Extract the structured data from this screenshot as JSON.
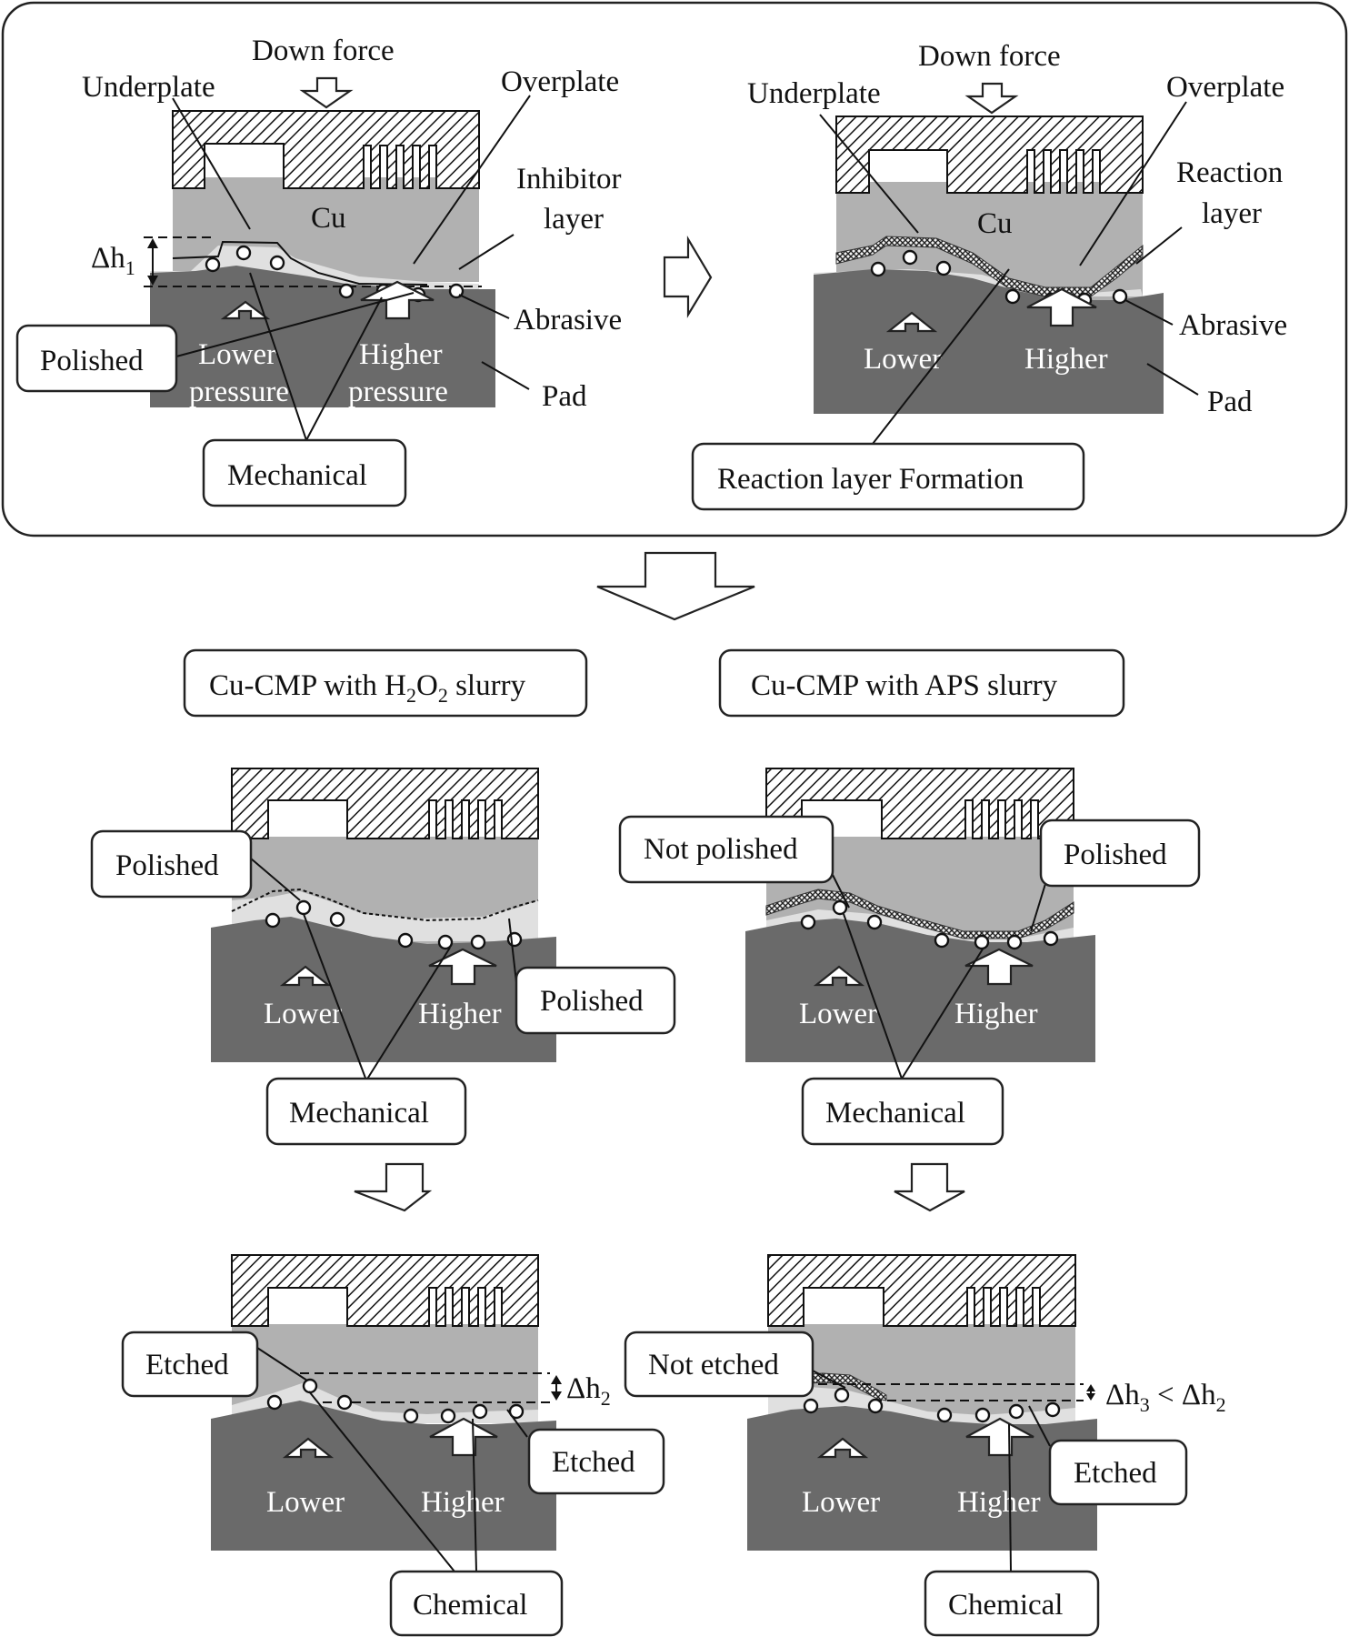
{
  "colors": {
    "pad": "#6a6a6a",
    "copper": "#b1b1b1",
    "slurry": "#e0e0e0",
    "outline": "#222222"
  },
  "top_left": {
    "down_force": "Down force",
    "underplate": "Underplate",
    "overplate": "Overplate",
    "cu": "Cu",
    "inhibitor_1": "Inhibitor",
    "inhibitor_2": "layer",
    "dh_main": "Δh",
    "dh_sub": "1",
    "abrasive": "Abrasive",
    "polished": "Polished",
    "lower": "Lower",
    "higher": "Higher",
    "pressure_l": "pressure",
    "pressure_h": "pressure",
    "pad": "Pad",
    "mechanical": "Mechanical"
  },
  "top_right": {
    "down_force": "Down force",
    "underplate": "Underplate",
    "overplate": "Overplate",
    "cu": "Cu",
    "reaction_1": "Reaction",
    "reaction_2": "layer",
    "abrasive": "Abrasive",
    "lower": "Lower",
    "higher": "Higher",
    "pad": "Pad",
    "reaction_formation": "Reaction layer Formation"
  },
  "h2o2": {
    "title_pre": "Cu-CMP with  H",
    "title_s1": "2",
    "title_mid": "O",
    "title_s2": "2",
    "title_post": " slurry",
    "mech_polished_left": "Polished",
    "mech_polished_right": "Polished",
    "mech_lower": "Lower",
    "mech_higher": "Higher",
    "mechanical": "Mechanical",
    "etched_left": "Etched",
    "etched_right": "Etched",
    "dh_main": "Δh",
    "dh_sub": "2",
    "chem_lower": "Lower",
    "chem_higher": "Higher",
    "chemical": "Chemical"
  },
  "aps": {
    "title": "Cu-CMP with  APS slurry",
    "not_polished": "Not polished",
    "polished": "Polished",
    "mech_lower": "Lower",
    "mech_higher": "Higher",
    "mechanical": "Mechanical",
    "not_etched": "Not etched",
    "etched": "Etched",
    "dh3_main": "Δh",
    "dh3_sub": "3",
    "dh_lt": " < Δh",
    "dh2_sub": "2",
    "chem_lower": "Lower",
    "chem_higher": "Higher",
    "chemical": "Chemical"
  }
}
